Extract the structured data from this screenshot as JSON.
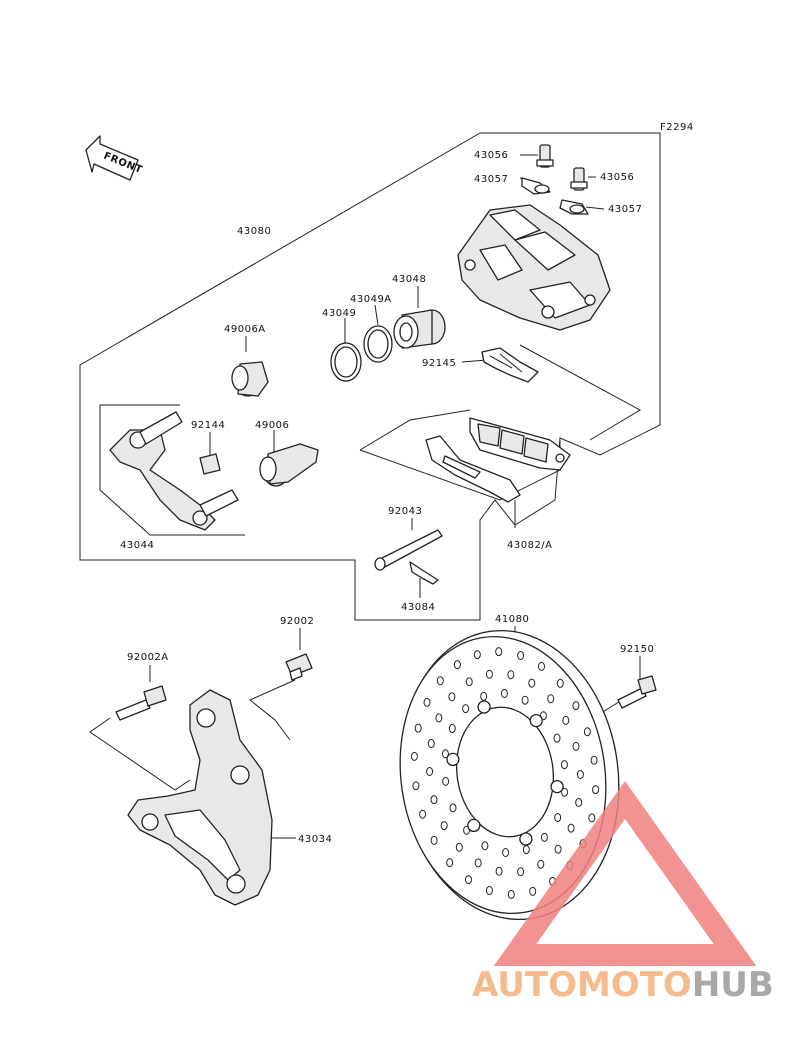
{
  "diagram": {
    "figure_code": "F2294",
    "front_label": "FRONT",
    "labels": {
      "p43056a": "43056",
      "p43056b": "43056",
      "p43057a": "43057",
      "p43057b": "43057",
      "p43080": "43080",
      "p43048": "43048",
      "p43049A": "43049A",
      "p43049": "43049",
      "p92145": "92145",
      "p49006A": "49006A",
      "p92144": "92144",
      "p49006": "49006",
      "p43044": "43044",
      "p92043": "92043",
      "p43082A": "43082/A",
      "p43084": "43084",
      "p92002": "92002",
      "p92002A": "92002A",
      "p41080": "41080",
      "p92150": "92150",
      "p43034": "43034"
    }
  },
  "watermark": {
    "part1": "AUTOMOTO",
    "part2": "HUB",
    "color_primary": "#f08080",
    "color_secondary": "#f5b07a",
    "color_gray": "#9a9a9a"
  }
}
